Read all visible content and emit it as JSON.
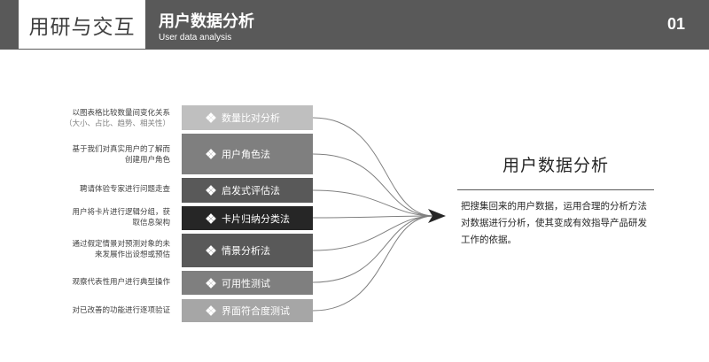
{
  "header": {
    "brand": "用研与交互",
    "title": "用户数据分析",
    "subtitle": "User data analysis",
    "page_number": "01"
  },
  "rows": [
    {
      "desc_main": "以图表格比较数量间变化关系",
      "desc_sub": "（大小、占比、趋势、相关性）",
      "label": "数量比对分析",
      "color": "#bfbfbf"
    },
    {
      "desc_main": "基于我们对真实用户的了解而",
      "desc_sub": "创建用户角色",
      "label": "用户角色法",
      "color": "#7f7f7f"
    },
    {
      "desc_main": "聘请体验专家进行问题走查",
      "desc_sub": "",
      "label": "启发式评估法",
      "color": "#595959"
    },
    {
      "desc_main": "用户将卡片进行逻辑分组，获",
      "desc_sub": "取信息架构",
      "label": "卡片归纳分类法",
      "color": "#262626"
    },
    {
      "desc_main": "通过假定情景对预测对象的未",
      "desc_sub": "来发展作出设想或预估",
      "label": "情景分析法",
      "color": "#595959"
    },
    {
      "desc_main": "观察代表性用户进行典型操作",
      "desc_sub": "",
      "label": "可用性测试",
      "color": "#7f7f7f"
    },
    {
      "desc_main": "对已改善的功能进行逐项验证",
      "desc_sub": "",
      "label": "界面符合度测试",
      "color": "#a6a6a6"
    }
  ],
  "right": {
    "title": "用户数据分析",
    "text": "把搜集回来的用户数据，运用合理的分析方法对数据进行分析，使其变成有效指导产品研发工作的依据。"
  },
  "colors": {
    "header_bg": "#595959",
    "curve": "#7f7f7f",
    "arrow": "#262626"
  },
  "icons": {
    "bullet": "four-diamond-icon",
    "arrow": "arrowhead-icon"
  }
}
